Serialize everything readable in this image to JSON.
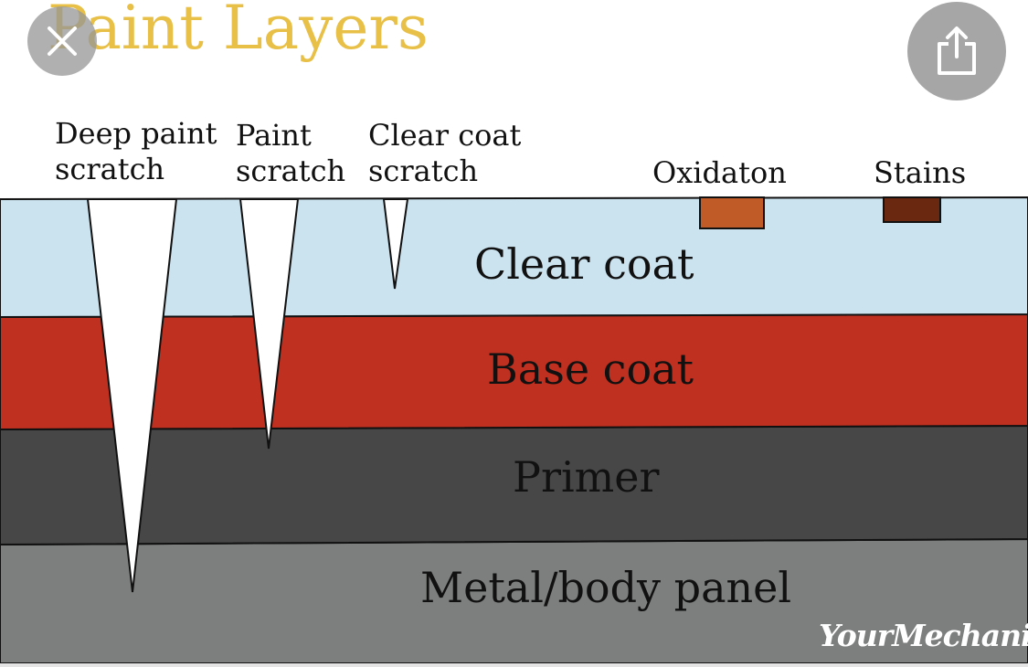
{
  "title": "Paint Layers",
  "scratch_labels": {
    "deep_paint_scratch": [
      "Deep paint",
      "scratch"
    ],
    "paint_scratch": [
      "Paint",
      "scratch"
    ],
    "clear_coat_scratch": [
      "Clear coat",
      "scratch"
    ]
  },
  "defect_labels": {
    "oxidation": "Oxidaton",
    "stains": "Stains"
  },
  "layers": {
    "clear_coat": "Clear coat",
    "base_coat": "Base coat",
    "primer": "Primer",
    "metal_panel": "Metal/body panel"
  },
  "watermark": "YourMechanic",
  "icons": {
    "close": "close-icon",
    "share": "share-icon"
  },
  "colors": {
    "title": "#e8c048",
    "clear_coat": "#cbe3ef",
    "base_coat": "#c03020",
    "primer": "#474747",
    "metal_panel": "#7d7f7e",
    "oxidation": "#c05a26",
    "stains": "#6b2810"
  }
}
